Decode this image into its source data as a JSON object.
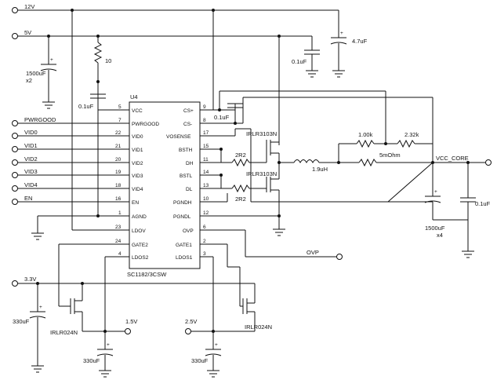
{
  "rails": {
    "v12": "12V",
    "v5": "5V",
    "v33": "3.3V",
    "vcc_core": "VCC_CORE",
    "v15": "1.5V",
    "v25": "2.5V",
    "ovp": "OVP"
  },
  "signals": {
    "pwrgood": "PWRGOOD",
    "vid0": "VID0",
    "vid1": "VID1",
    "vid2": "VID2",
    "vid3": "VID3",
    "vid4": "VID4",
    "en": "EN"
  },
  "ic": {
    "ref": "U4",
    "part": "SC1182/3CSW",
    "left_pins": [
      {
        "num": "5",
        "name": "VCC"
      },
      {
        "num": "7",
        "name": "PWRGOOD"
      },
      {
        "num": "22",
        "name": "VID0"
      },
      {
        "num": "21",
        "name": "VID1"
      },
      {
        "num": "20",
        "name": "VID2"
      },
      {
        "num": "19",
        "name": "VID3"
      },
      {
        "num": "18",
        "name": "VID4"
      },
      {
        "num": "16",
        "name": "EN"
      },
      {
        "num": "1",
        "name": "AGND"
      },
      {
        "num": "23",
        "name": "LDOV"
      },
      {
        "num": "24",
        "name": "GATE2"
      },
      {
        "num": "4",
        "name": "LDOS2"
      }
    ],
    "right_pins": [
      {
        "num": "9",
        "name": "CS+"
      },
      {
        "num": "8",
        "name": "CS-"
      },
      {
        "num": "17",
        "name": "VOSENSE"
      },
      {
        "num": "15",
        "name": "BSTH"
      },
      {
        "num": "11",
        "name": "DH"
      },
      {
        "num": "14",
        "name": "BSTL"
      },
      {
        "num": "13",
        "name": "DL"
      },
      {
        "num": "10",
        "name": "PGNDH"
      },
      {
        "num": "12",
        "name": "PGNDL"
      },
      {
        "num": "6",
        "name": "OVP"
      },
      {
        "num": "2",
        "name": "GATE1"
      },
      {
        "num": "3",
        "name": "LDOS1"
      }
    ]
  },
  "components": {
    "c_47uf": "4.7uF",
    "c_01uf_top": "0.1uF",
    "r_10": "10",
    "c_1500uf_in": "1500uF",
    "c_1500uf_in_qty": "x2",
    "c_01uf_vcc": "0.1uF",
    "c_01uf_cs": "0.1uF",
    "r_1k": "1.00k",
    "r_232k": "2.32k",
    "r_5mohm": "5mOhm",
    "l_19uh": "1.9uH",
    "r_2r2_h": "2R2",
    "r_2r2_l": "2R2",
    "q_high": "IRLR3103N",
    "q_low": "IRLR3103N",
    "c_1500uf_out": "1500uF",
    "c_1500uf_out_qty": "x4",
    "c_01uf_out": "0.1uF",
    "c_330uf_in": "330uF",
    "c_330uf_15": "330uF",
    "c_330uf_25": "330uF",
    "q_ldo2": "IRLR024N",
    "q_ldo1": "IRLR024N"
  }
}
